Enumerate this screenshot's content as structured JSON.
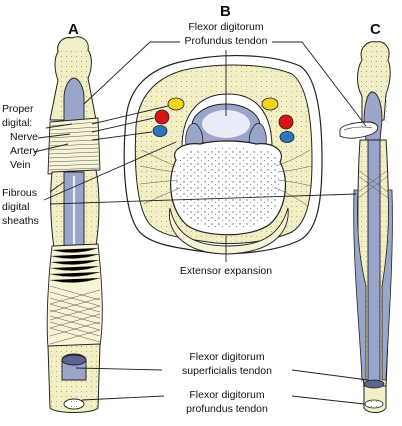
{
  "panels": {
    "a": "A",
    "b": "B",
    "c": "C"
  },
  "labels": {
    "fdp_top_1": "Flexor digitorum",
    "fdp_top_2": "Profundus tendon",
    "proper_digital_1": "Proper",
    "proper_digital_2": "digital:",
    "nerve": "Nerve",
    "artery": "Artery",
    "vein": "Vein",
    "fibrous_1": "Fibrous",
    "fibrous_2": "digital",
    "fibrous_3": "sheaths",
    "extensor": "Extensor expansion",
    "fds_1": "Flexor digitorum",
    "fds_2": "superficialis tendon",
    "fdp_bottom_1": "Flexor digitorum",
    "fdp_bottom_2": "profundus tendon"
  },
  "colors": {
    "bone": "#f3efc4",
    "tendon": "#9aa6c9",
    "artery": "#d8141b",
    "vein": "#2a76c0",
    "nerve": "#f3d420",
    "outline": "#222222"
  }
}
